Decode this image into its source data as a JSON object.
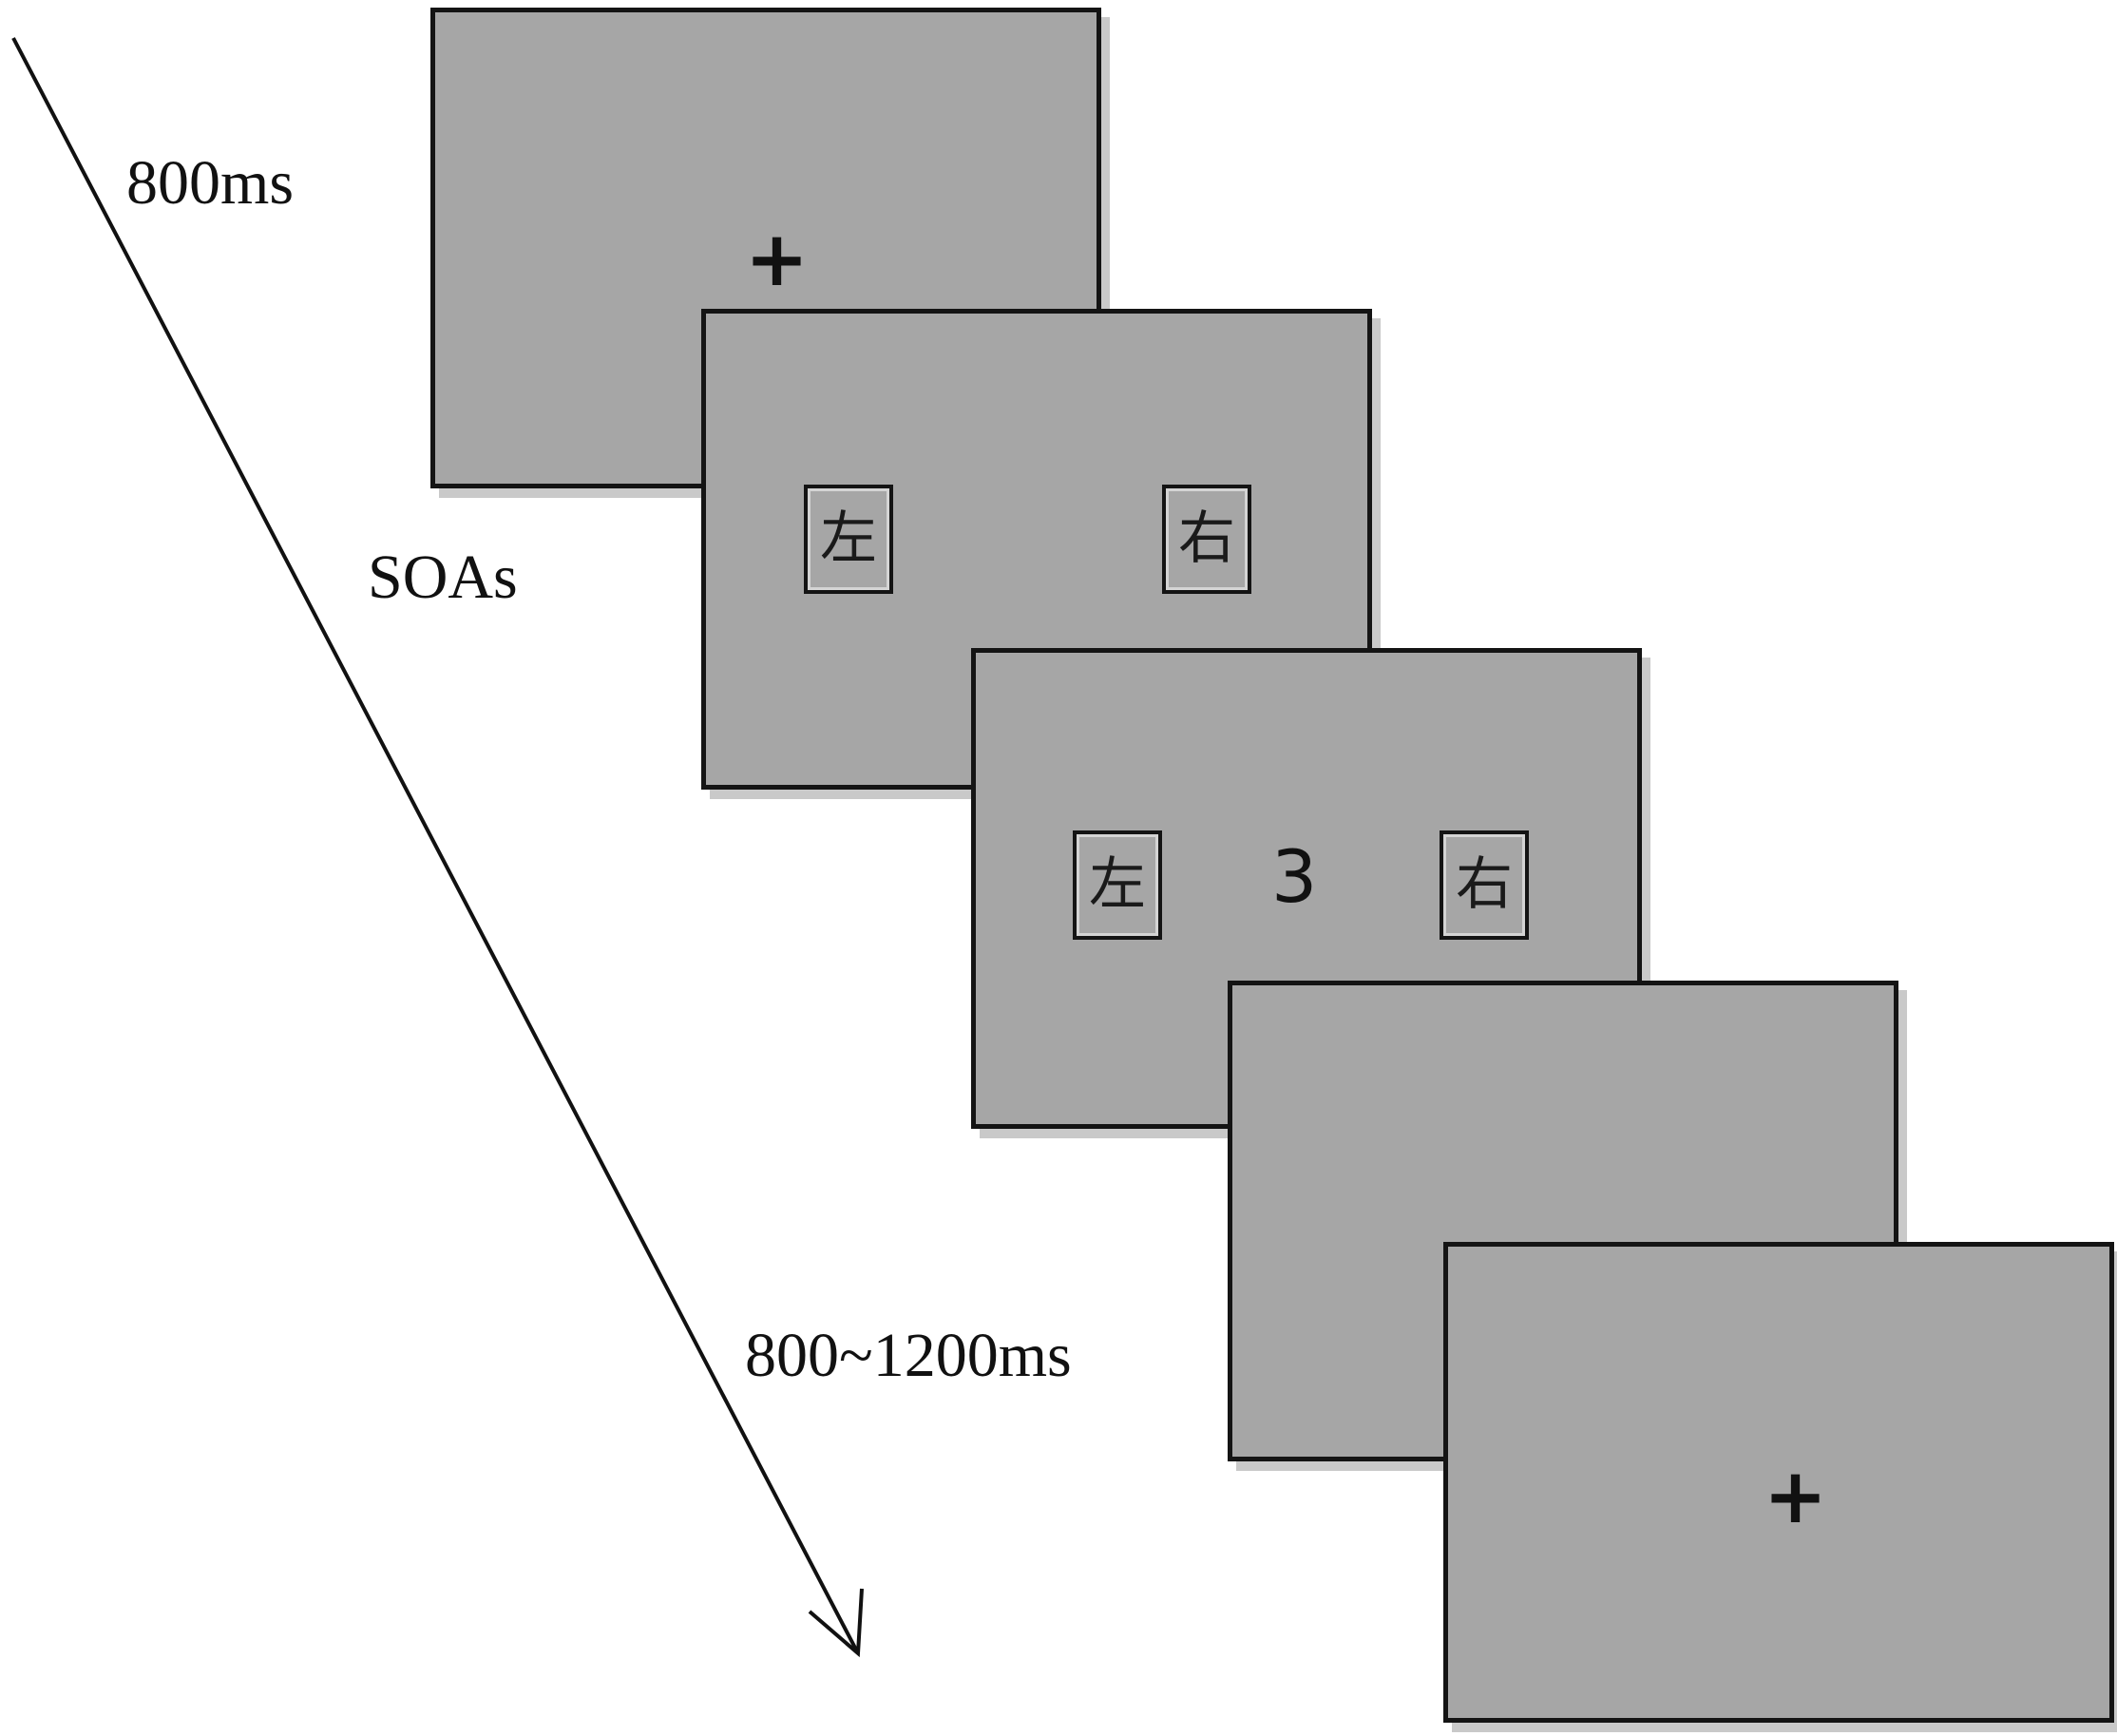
{
  "labels": {
    "fixation_duration": "800ms",
    "soa": "SOAs",
    "iti": "800~1200ms"
  },
  "screens": [
    {
      "fixation": "+"
    },
    {
      "cue_left": "左",
      "cue_right": "右"
    },
    {
      "cue_left": "左",
      "target": "3",
      "cue_right": "右"
    },
    {},
    {
      "fixation": "+"
    }
  ],
  "colors": {
    "screen_fill": "#a6a6a6",
    "border": "#141414",
    "shadow": "#c9c9c9",
    "text": "#111111"
  }
}
